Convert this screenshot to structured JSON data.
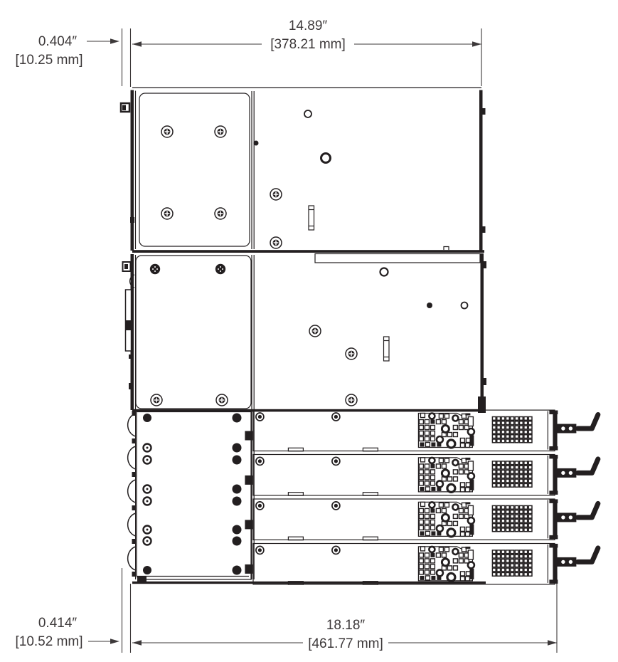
{
  "dimensions": {
    "top_offset": {
      "inches": "0.404″",
      "mm": "[10.25 mm]"
    },
    "top_width": {
      "inches": "14.89″",
      "mm": "[378.21 mm]"
    },
    "bottom_offset": {
      "inches": "0.414″",
      "mm": "[10.52 mm]"
    },
    "bottom_width": {
      "inches": "18.18″",
      "mm": "[461.77 mm]"
    }
  },
  "colors": {
    "line": "#231f20",
    "text": "#3d393a"
  }
}
